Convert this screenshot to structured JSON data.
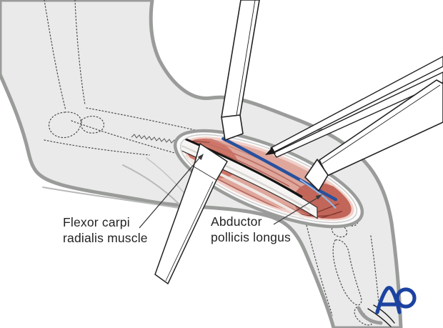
{
  "labels": {
    "flexor_carpi_radialis": {
      "line1": "Flexor carpi",
      "line2": "radialis muscle"
    },
    "abductor_pollicis_longus": {
      "line1": "Abductor",
      "line2": "pollicis longus"
    }
  },
  "logo": {
    "text": "AO",
    "color": "#1c42a1"
  },
  "colors": {
    "background": "#ffffff",
    "skin_fill": "#e9eae9",
    "skin_outline": "#9a9c9a",
    "wound_rim": "#f0cfc8",
    "muscle_pink": "#dfa79c",
    "muscle_deep_red": "#c2665a",
    "striation_dark": "#a85a50",
    "artery_blue": "#27519e",
    "artery_light_blue": "#96b6df",
    "tendon_white": "#f6f5f3",
    "instrument_fill": "#ffffff",
    "instrument_outline": "#222222",
    "bone_dotted": "#4a4a4a",
    "label_text": "#232323",
    "leader_line": "#3a3a3a"
  }
}
